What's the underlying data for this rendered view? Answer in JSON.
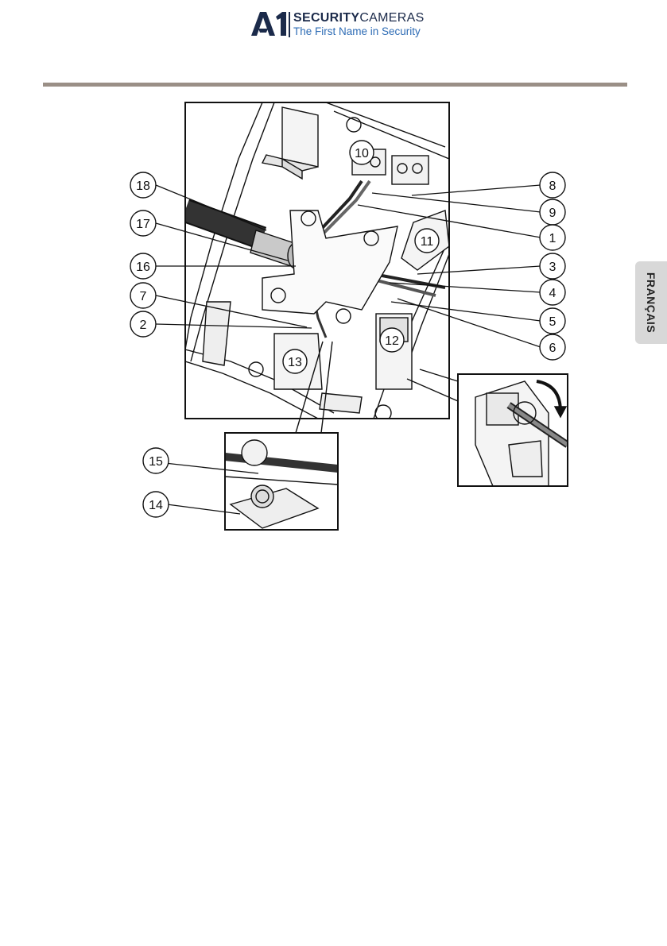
{
  "header": {
    "logo_mark": "A1",
    "logo_line1_bold": "SECURITY",
    "logo_line1_rest": "CAMERAS",
    "logo_line2": "The First Name in Security"
  },
  "side_tab": {
    "label": "FRANÇAIS"
  },
  "figure": {
    "callouts": [
      "1",
      "2",
      "3",
      "4",
      "5",
      "6",
      "7",
      "8",
      "9",
      "10",
      "11",
      "12",
      "13",
      "14",
      "15",
      "16",
      "17",
      "18"
    ]
  },
  "colors": {
    "brand_navy": "#1b2a4a",
    "brand_blue": "#2e6cb5",
    "rule": "#9a8f86",
    "tab": "#d8d8d8"
  }
}
